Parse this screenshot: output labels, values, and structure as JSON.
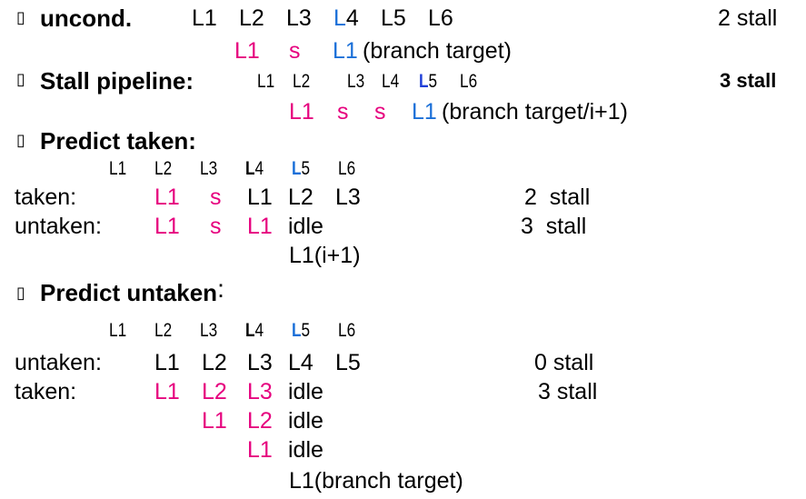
{
  "bullet_glyph": "▯",
  "colors": {
    "pink": "#e6007e",
    "blue": "#1a6fd8",
    "dark_blue": "#1f3fd8",
    "text": "#000000"
  },
  "uncond": {
    "title": "uncond.",
    "stages": [
      "L1",
      "L2",
      "L3",
      "L4",
      "L5",
      "L6"
    ],
    "stall": "2 stall",
    "row": [
      "L1",
      "s",
      "L1",
      "(branch target)"
    ]
  },
  "stall_pipeline": {
    "title": "Stall pipeline:",
    "stages": [
      "L1",
      "L2",
      "L3",
      "L4",
      "L5",
      "L6"
    ],
    "stall": "3 stall",
    "row": [
      "L1",
      "s",
      "s",
      "L1",
      "(branch target/i+1)"
    ]
  },
  "predict_taken": {
    "title": "Predict taken:",
    "stages": [
      "L1",
      "L2",
      "L3",
      "L4",
      "L5",
      "L6"
    ],
    "taken": {
      "label": "taken:",
      "cells": [
        "L1",
        "s",
        "L1",
        "L2",
        "L3"
      ],
      "stall": "2  stall"
    },
    "untaken": {
      "label": "untaken:",
      "cells": [
        "L1",
        "s",
        "L1",
        "idle"
      ],
      "stall": "3  stall"
    },
    "extra": "L1(i+1)"
  },
  "predict_untaken": {
    "title": "Predict untaken",
    "colon": ":",
    "stages": [
      "L1",
      "L2",
      "L3",
      "L4",
      "L5",
      "L6"
    ],
    "untaken": {
      "label": "untaken:",
      "cells": [
        "L1",
        "L2",
        "L3",
        "L4",
        "L5"
      ],
      "stall": "0 stall"
    },
    "taken": {
      "label": "taken:",
      "cells": [
        "L1",
        "L2",
        "L3",
        "idle"
      ],
      "stall": "3 stall"
    },
    "rows": [
      [
        "L1",
        "L2",
        "idle"
      ],
      [
        "L1",
        "idle"
      ],
      [
        "L1(branch target)"
      ]
    ]
  }
}
